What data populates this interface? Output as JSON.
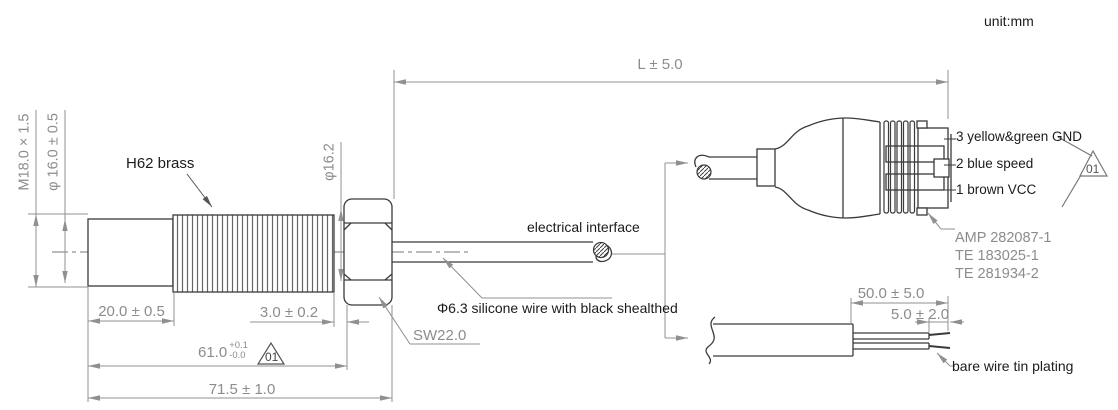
{
  "meta": {
    "unit_label": "unit:mm"
  },
  "dimensions": {
    "cable_length": "L ± 5.0",
    "thread_spec": "M18.0 × 1.5",
    "probe_diameter": "φ 16.0 ± 0.5",
    "hex_bore_diameter": "φ16.2",
    "probe_length": "20.0 ± 0.5",
    "shoulder_length": "3.0 ± 0.2",
    "thread_length_value": "61.0",
    "thread_length_tol_plus": "+0.1",
    "thread_length_tol_minus": "-0.0",
    "body_length": "71.5 ± 1.0",
    "wrench_size": "SW22.0",
    "stripped_wire_length": "50.0 ± 5.0",
    "tinned_tip_length": "5.0 ± 2.0"
  },
  "labels": {
    "material": "H62 brass",
    "electrical_interface": "electrical interface",
    "cable_spec": "Φ6.3 silicone wire with black shealthed",
    "bare_wire": "bare wire tin plating"
  },
  "connector": {
    "pin3": "3 yellow&green GND",
    "pin2": "2 blue speed",
    "pin1": "1 brown VCC",
    "part_numbers": [
      "AMP 282087-1",
      "TE 183025-1",
      "TE 281934-2"
    ]
  },
  "revision": {
    "flag": "01"
  },
  "colors": {
    "line_dark": "#3a3a3a",
    "dim_gray": "#909090",
    "text_black": "#1a1a1a"
  }
}
